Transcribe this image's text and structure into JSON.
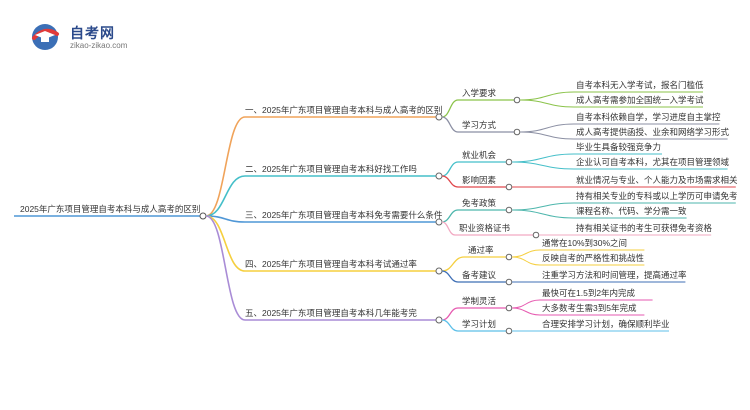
{
  "logo": {
    "title": "自考网",
    "subtitle": "zikao-zikao.com",
    "icon": "graduation-cap-icon"
  },
  "mindmap": {
    "root": "2025年广东项目管理自考本科与成人高考的区别",
    "branches": [
      {
        "label": "一、2025年广东项目管理自考本科与成人高考的区别",
        "color": "#f0a35a",
        "children": [
          {
            "label": "入学要求",
            "color": "#8bc34a",
            "leaves": [
              "自考本科无入学考试，报名门槛低",
              "成人高考需参加全国统一入学考试"
            ]
          },
          {
            "label": "学习方式",
            "color": "#8b8fa3",
            "leaves": [
              "自考本科依赖自学，学习进度自主掌控",
              "成人高考提供函授、业余和网络学习形式"
            ]
          }
        ]
      },
      {
        "label": "二、2025年广东项目管理自考本科好找工作吗",
        "color": "#45bfc9",
        "children": [
          {
            "label": "就业机会",
            "color": "#45bfc9",
            "leaves": [
              "毕业生具备较强竞争力",
              "企业认可自考本科，尤其在项目管理领域"
            ]
          },
          {
            "label": "影响因素",
            "color": "#e0474c",
            "leaves": [
              "就业情况与专业、个人能力及市场需求相关"
            ]
          }
        ]
      },
      {
        "label": "三、2025年广东项目管理自考本科免考需要什么条件",
        "color": "#4f97d6",
        "children": [
          {
            "label": "免考政策",
            "color": "#4db6ac",
            "leaves": [
              "持有相关专业的专科或以上学历可申请免考",
              "课程名称、代码、学分需一致"
            ]
          },
          {
            "label": "职业资格证书",
            "color": "#f2a9c2",
            "leaves": [
              "持有相关证书的考生可获得免考资格"
            ]
          }
        ]
      },
      {
        "label": "四、2025年广东项目管理自考本科考试通过率",
        "color": "#f5cf3f",
        "children": [
          {
            "label": "通过率",
            "color": "#f5cf3f",
            "leaves": [
              "通常在10%到30%之间",
              "反映自考的严格性和挑战性"
            ]
          },
          {
            "label": "备考建议",
            "color": "#3f6fb5",
            "leaves": [
              "注重学习方法和时间管理，提高通过率"
            ]
          }
        ]
      },
      {
        "label": "五、2025年广东项目管理自考本科几年能考完",
        "color": "#a98cd6",
        "children": [
          {
            "label": "学制灵活",
            "color": "#e65ab0",
            "leaves": [
              "最快可在1.5到2年内完成",
              "大多数考生需3到5年完成"
            ]
          },
          {
            "label": "学习计划",
            "color": "#5cbfe8",
            "leaves": [
              "合理安排学习计划，确保顺利毕业"
            ]
          }
        ]
      }
    ]
  }
}
